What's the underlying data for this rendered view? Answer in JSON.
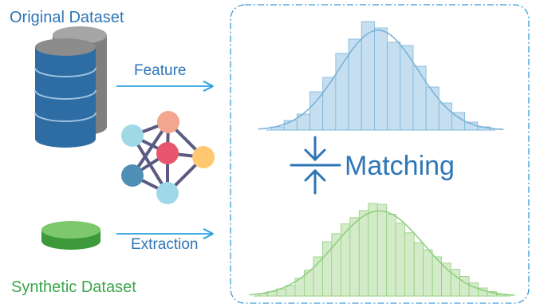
{
  "labels": {
    "original": "Original Dataset",
    "synthetic": "Synthetic Dataset",
    "feature": "Feature",
    "extraction": "Extraction",
    "matching": "Matching"
  },
  "colors": {
    "blue_text": "#2e75b6",
    "green_text": "#3aa64a",
    "db_blue": "#2e6da4",
    "db_grey": "#8c8c8c",
    "synthetic_green": "#6abf5e",
    "hist_blue_fill": "#c5dff0",
    "hist_blue_line": "#7ab3d9",
    "hist_green_fill": "#d4ebc9",
    "hist_green_line": "#8fcf7e",
    "node_colors": [
      "#f4a58f",
      "#9fd8e6",
      "#e8566e",
      "#ffc870",
      "#4f8fb5",
      "#9fd8e6"
    ]
  },
  "icons": [
    "database-icon",
    "neural-network-icon",
    "synthetic-disk-icon",
    "matching-arrows-icon"
  ],
  "chart_data": [
    {
      "type": "bar",
      "bins": 17,
      "values": [
        2,
        6,
        10,
        24,
        33,
        48,
        57,
        68,
        64,
        55,
        53,
        40,
        27,
        17,
        11,
        5,
        2
      ],
      "overlay": "normal-curve"
    },
    {
      "type": "bar",
      "bins": 27,
      "values": [
        3,
        5,
        8,
        12,
        20,
        29,
        44,
        61,
        70,
        81,
        88,
        96,
        104,
        103,
        92,
        82,
        71,
        60,
        52,
        44,
        37,
        30,
        22,
        15,
        9,
        5,
        2
      ],
      "overlay": "normal-curve"
    }
  ]
}
